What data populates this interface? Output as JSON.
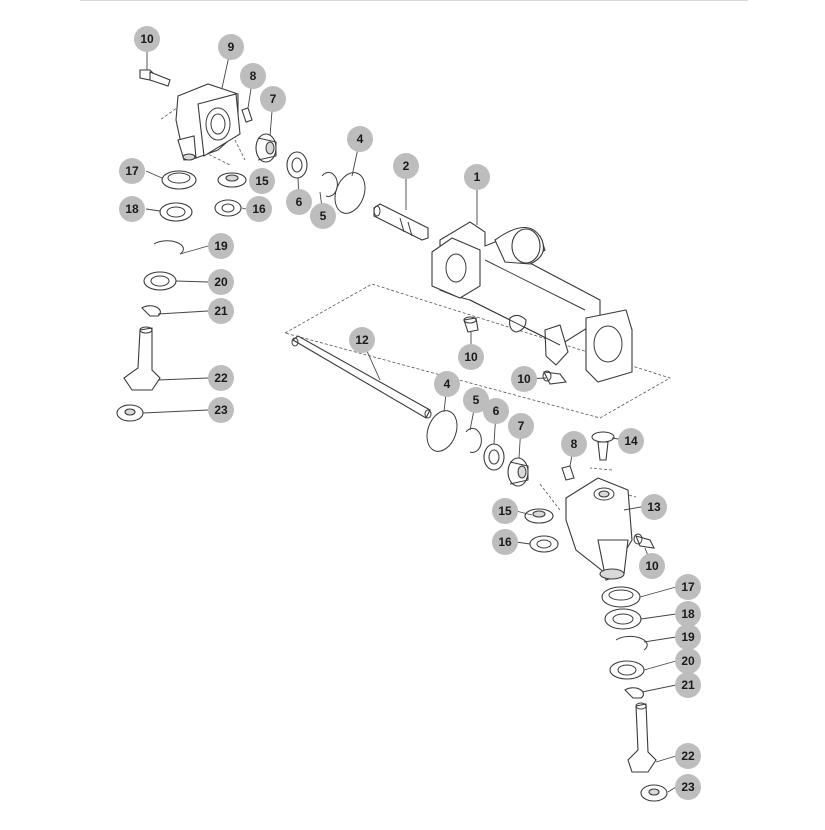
{
  "diagram": {
    "callouts": [
      {
        "id": "c1",
        "label": "1"
      },
      {
        "id": "c2",
        "label": "2"
      },
      {
        "id": "c4a",
        "label": "4"
      },
      {
        "id": "c4b",
        "label": "4"
      },
      {
        "id": "c5a",
        "label": "5"
      },
      {
        "id": "c5b",
        "label": "5"
      },
      {
        "id": "c6a",
        "label": "6"
      },
      {
        "id": "c6b",
        "label": "6"
      },
      {
        "id": "c7a",
        "label": "7"
      },
      {
        "id": "c7b",
        "label": "7"
      },
      {
        "id": "c8a",
        "label": "8"
      },
      {
        "id": "c8b",
        "label": "8"
      },
      {
        "id": "c9",
        "label": "9"
      },
      {
        "id": "c10a",
        "label": "10"
      },
      {
        "id": "c10b",
        "label": "10"
      },
      {
        "id": "c10c",
        "label": "10"
      },
      {
        "id": "c10d",
        "label": "10"
      },
      {
        "id": "c12",
        "label": "12"
      },
      {
        "id": "c13",
        "label": "13"
      },
      {
        "id": "c14",
        "label": "14"
      },
      {
        "id": "c15a",
        "label": "15"
      },
      {
        "id": "c15b",
        "label": "15"
      },
      {
        "id": "c16a",
        "label": "16"
      },
      {
        "id": "c16b",
        "label": "16"
      },
      {
        "id": "c17a",
        "label": "17"
      },
      {
        "id": "c17b",
        "label": "17"
      },
      {
        "id": "c18a",
        "label": "18"
      },
      {
        "id": "c18b",
        "label": "18"
      },
      {
        "id": "c19a",
        "label": "19"
      },
      {
        "id": "c19b",
        "label": "19"
      },
      {
        "id": "c20a",
        "label": "20"
      },
      {
        "id": "c20b",
        "label": "20"
      },
      {
        "id": "c21a",
        "label": "21"
      },
      {
        "id": "c21b",
        "label": "21"
      },
      {
        "id": "c22a",
        "label": "22"
      },
      {
        "id": "c22b",
        "label": "22"
      },
      {
        "id": "c23a",
        "label": "23"
      },
      {
        "id": "c23b",
        "label": "23"
      }
    ]
  }
}
